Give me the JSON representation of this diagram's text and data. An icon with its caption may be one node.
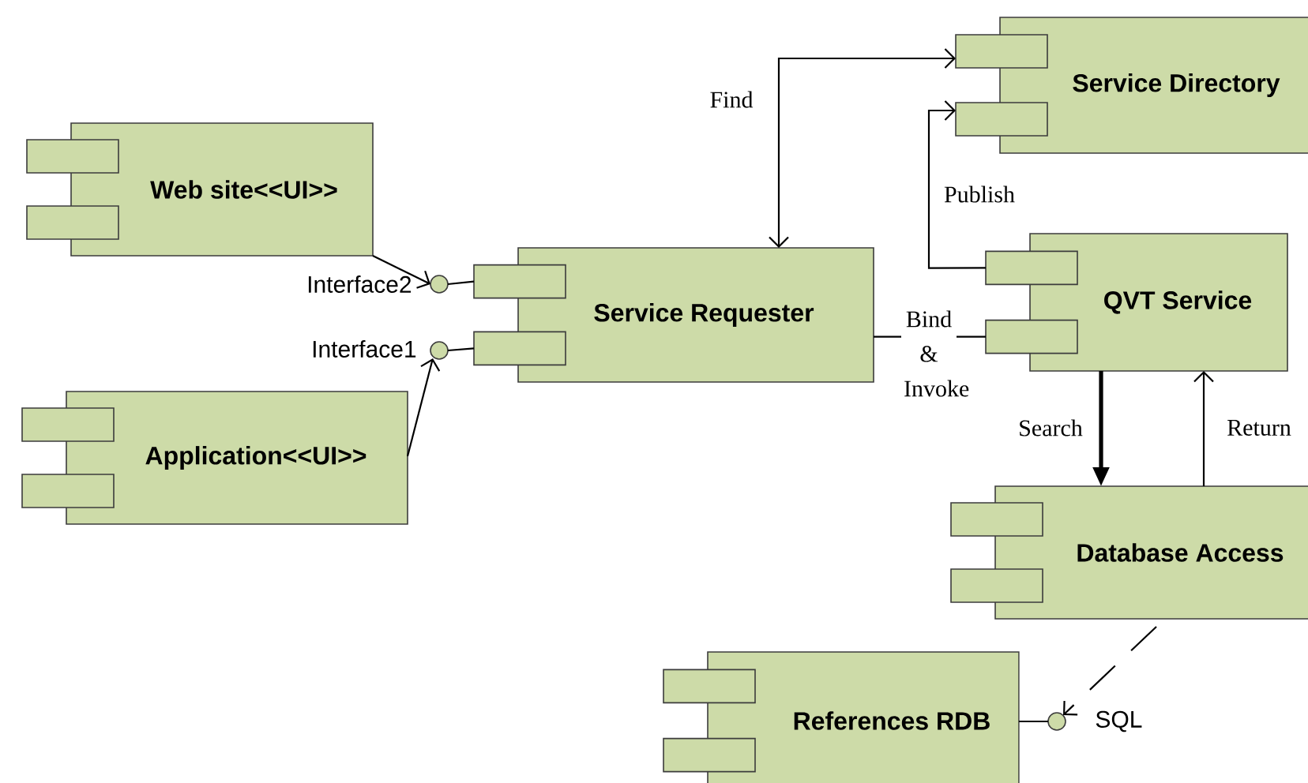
{
  "diagram": {
    "nodes": [
      {
        "text": [
          "Web site<<UI>>"
        ]
      },
      {
        "text": [
          "Application<<UI>>"
        ]
      },
      {
        "text": [
          "Service Requester"
        ]
      },
      {
        "text": [
          "Service Directory"
        ]
      },
      {
        "text": [
          "QVT Service"
        ]
      },
      {
        "text": [
          "Database Access"
        ]
      },
      {
        "text": [
          "References RDB"
        ]
      },
      {
        "text": [],
        "shape": "circle",
        "beside": [
          "Interface2"
        ]
      },
      {
        "text": [],
        "shape": "circle",
        "beside": [
          "Interface1"
        ]
      },
      {
        "text": [],
        "shape": "circle",
        "beside": [
          "SQL"
        ]
      }
    ],
    "edges": [
      {
        "from": 0,
        "to": 7,
        "arrow": "to"
      },
      {
        "from": 7,
        "to": 2,
        "arrow": "none"
      },
      {
        "from": 1,
        "to": 8,
        "arrow": "to"
      },
      {
        "from": 8,
        "to": 2,
        "arrow": "none"
      },
      {
        "from": 2,
        "to": 3,
        "arrow": "both",
        "label": "Find"
      },
      {
        "from": 4,
        "to": 3,
        "arrow": "to",
        "label": "Publish"
      },
      {
        "from": 2,
        "to": 4,
        "arrow": "none",
        "label": "Bind & Invoke"
      },
      {
        "from": 4,
        "to": 5,
        "arrow": "to",
        "style": "thick",
        "label": "Search"
      },
      {
        "from": 5,
        "to": 4,
        "arrow": "to",
        "label": "Return"
      },
      {
        "from": 5,
        "to": 9,
        "arrow": "to",
        "style": "dashed"
      },
      {
        "from": 9,
        "to": 6,
        "arrow": "none"
      }
    ]
  }
}
